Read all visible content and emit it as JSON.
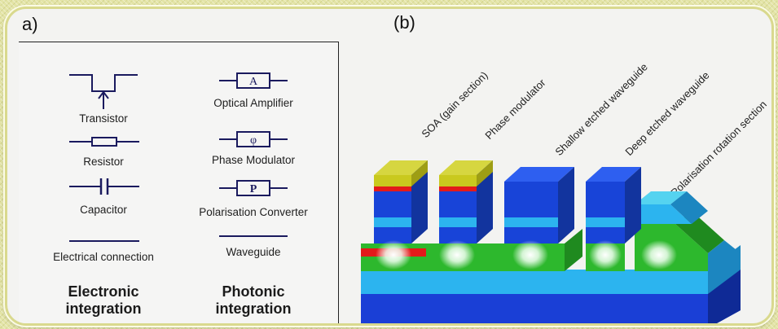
{
  "panel_a": {
    "label": "a)",
    "electronic": {
      "items": [
        "Transistor",
        "Resistor",
        "Capacitor",
        "Electrical connection"
      ],
      "heading_line1": "Electronic",
      "heading_line2": "integration"
    },
    "photonic": {
      "items": [
        "Optical Amplifier",
        "Phase Modulator",
        "Polarisation Converter",
        "Waveguide"
      ],
      "symbols": [
        "A",
        "φ",
        "P"
      ],
      "heading_line1": "Photonic",
      "heading_line2": "integration"
    }
  },
  "panel_b": {
    "label": "(b)",
    "sections": [
      "SOA (gain section)",
      "Phase modulator",
      "Shallow etched  waveguide",
      "Deep etched waveguide",
      "Polarisation rotation section"
    ]
  },
  "colors": {
    "substrate": "#1a3fd6",
    "cladding": "#2cb4ef",
    "core": "#2db82d",
    "gain_top": "#c9c91e",
    "red_layer": "#e31a1a",
    "block_blue": "#1844d8",
    "glow": "#ffffff"
  }
}
